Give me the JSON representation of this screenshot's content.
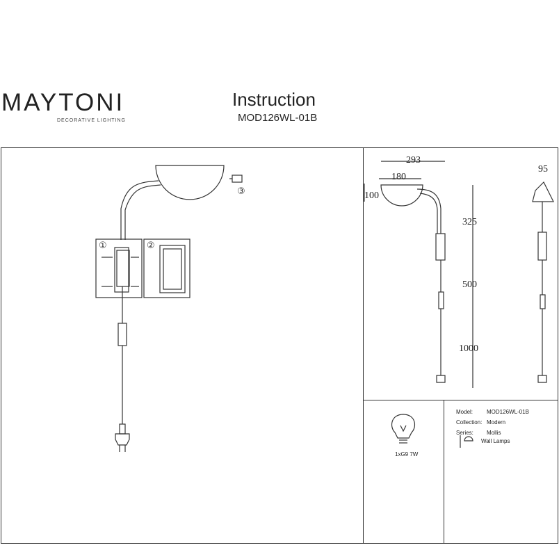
{
  "brand": {
    "name": "MAYTONI",
    "tagline": "DECORATIVE LIGHTING"
  },
  "header": {
    "title": "Instruction",
    "model": "MOD126WL-01B"
  },
  "steps": [
    "①",
    "②",
    "③"
  ],
  "dimensions": {
    "total_width": "293",
    "shade_width": "180",
    "shade_height": "100",
    "side_width": "95",
    "arm": "325",
    "cable_to_switch": "500",
    "cable_to_plug": "1000"
  },
  "bulb": {
    "label": "1xG9 7W"
  },
  "specs": {
    "model_label": "Model:",
    "model_value": "MOD126WL-01B",
    "collection_label": "Collection:",
    "collection_value": "Modern",
    "series_label": "Series:",
    "series_value": "Mollis",
    "type_value": "Wall Lamps"
  },
  "colors": {
    "line": "#333333"
  },
  "icons": {
    "bulb": "bulb-icon",
    "wall-lamp": "wall-lamp-icon"
  }
}
